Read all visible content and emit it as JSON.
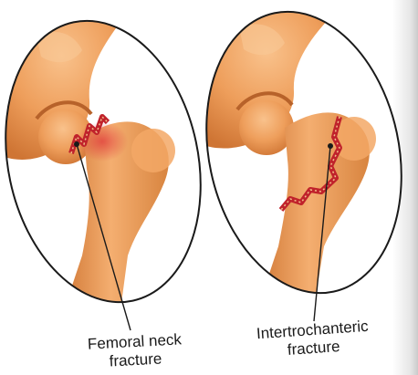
{
  "panels": [
    {
      "id": "femoral-neck",
      "caption_line1": "Femoral neck",
      "caption_line2": "fracture"
    },
    {
      "id": "intertrochanteric",
      "caption_line1": "Intertrochanteric",
      "caption_line2": "fracture"
    }
  ],
  "colors": {
    "bone_light": "#f6b275",
    "bone_mid": "#e99451",
    "bone_dark": "#cf7534",
    "fracture": "#c0222b",
    "outline": "#1a1a1a"
  }
}
